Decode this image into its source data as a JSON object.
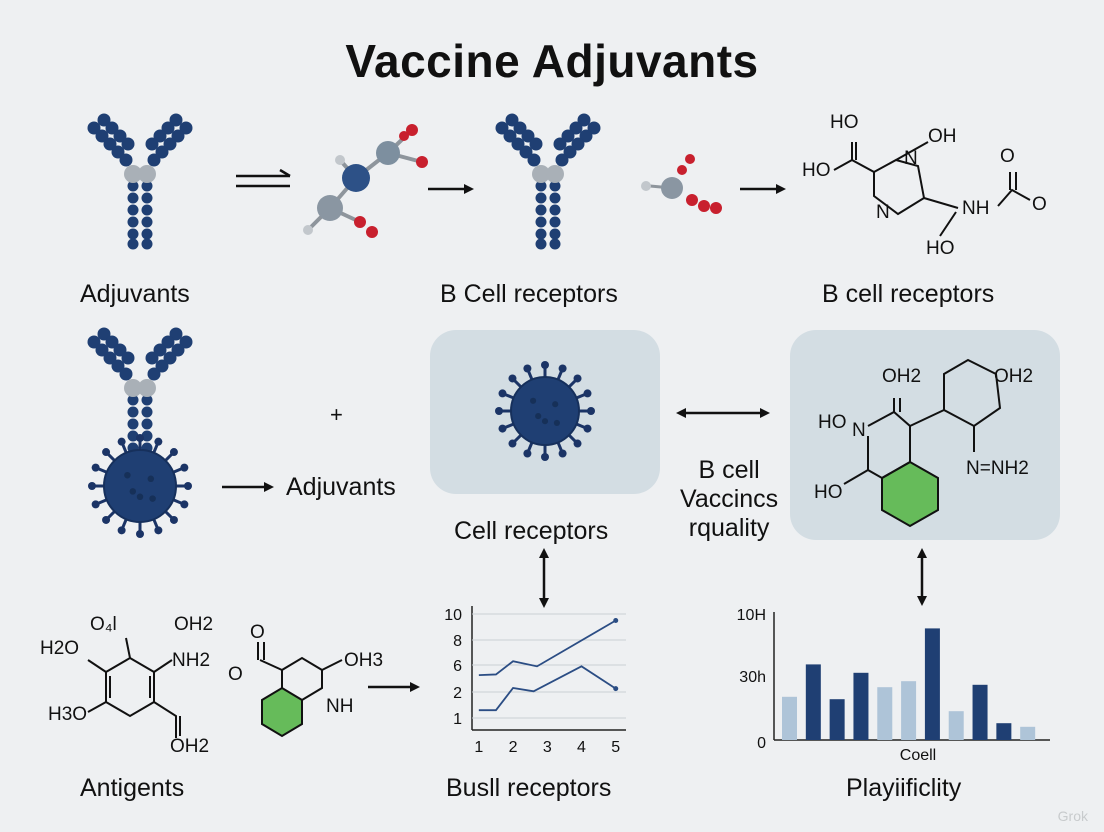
{
  "title": "Vaccine Adjuvants",
  "captions": {
    "row1_left": "Adjuvants",
    "row1_mid": "B Cell receptors",
    "row1_right": "B cell receptors",
    "row2_plus": "+",
    "row2_adjuvants": "Adjuvants",
    "row2_cell_receptors": "Cell receptors",
    "row2_vaccines_lines": [
      "B cell",
      "Vaccincs",
      "rquality"
    ],
    "row3_antigents": "Antigents",
    "row3_busll": "Busll receptors",
    "row3_playificlity": "Playiificlity"
  },
  "chemistry": {
    "top_right": [
      "HO",
      "OH",
      "N",
      "HO",
      "N",
      "NH",
      "O",
      "O",
      "HO"
    ],
    "mid_right": [
      "OH2",
      "OH2",
      "HO",
      "N",
      "N=NH2",
      "HO"
    ],
    "bottom_left": [
      "O₄l",
      "OH2",
      "H2O",
      "NH2",
      "H3O",
      "OH2",
      "O",
      "OH3",
      "O",
      "NH"
    ]
  },
  "colors": {
    "navy": "#1f3f73",
    "dark_navy": "#1b3466",
    "red": "#c8202e",
    "gray": "#a9b0b7",
    "green": "#66bb5a",
    "light_bar": "#aec4d8",
    "panel": "#d3dde3"
  },
  "chart_data": [
    {
      "type": "line",
      "title": "",
      "xlabel": "",
      "ylabel": "",
      "x": [
        1,
        1.5,
        2,
        2.5,
        3.5,
        4,
        5
      ],
      "ytick_labels": [
        "1",
        "2",
        "6",
        "8",
        "10"
      ],
      "xtick_labels": [
        "1",
        "2",
        "3",
        "4",
        "5"
      ],
      "series": [
        {
          "x": [
            1,
            1.5,
            2,
            2.7,
            5
          ],
          "values": [
            4.5,
            4.6,
            6.3,
            5.8,
            9.5
          ]
        },
        {
          "x": [
            1,
            1.5,
            2,
            2.6,
            4,
            5
          ],
          "values": [
            1.3,
            1.3,
            2.6,
            2.1,
            5.8,
            2.5
          ]
        }
      ],
      "xlim": [
        0.8,
        5.3
      ],
      "ylim": [
        0,
        10.5
      ]
    },
    {
      "type": "bar",
      "title": "",
      "xlabel": "Coell",
      "ylabel": "",
      "ytick_labels": [
        "10H",
        "30h",
        "0"
      ],
      "values": [
        3.6,
        6.3,
        3.4,
        5.6,
        4.4,
        4.9,
        9.3,
        2.4,
        4.6,
        1.4,
        1.1
      ],
      "shades": [
        "light",
        "dark",
        "dark",
        "dark",
        "light",
        "light",
        "dark",
        "light",
        "dark",
        "dark",
        "light"
      ],
      "ylim": [
        0,
        10
      ]
    }
  ],
  "watermark": "Grok"
}
